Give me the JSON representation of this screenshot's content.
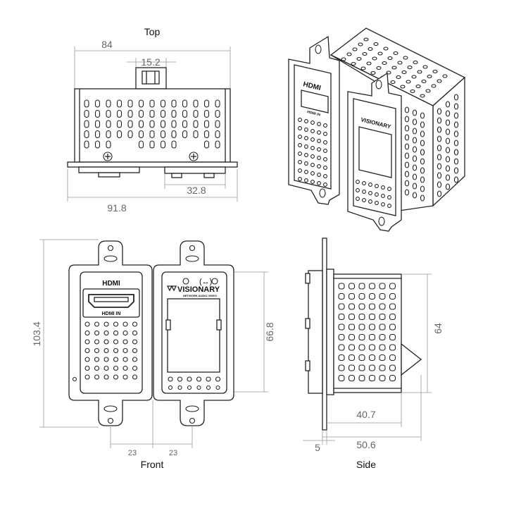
{
  "views": {
    "top": "Top",
    "front": "Front",
    "side": "Side"
  },
  "dimensions": {
    "top_width": "84",
    "top_clip": "15.2",
    "top_right_box": "32.8",
    "top_overall": "91.8",
    "front_height": "103.4",
    "front_inner_height": "66.8",
    "front_left_half": "23",
    "front_right_half": "23",
    "side_height": "64",
    "side_depth": "40.7",
    "side_plate": "5",
    "side_total": "50.6"
  },
  "labels": {
    "hdmi": "HDMI",
    "hdmi_in": "HDMI IN",
    "brand": "VISIONARY",
    "brand_sub": "NETWORK AUDIO VIDEO",
    "iso_hdmi": "HDMI",
    "iso_hdmi_in": "HDMI IN",
    "iso_brand": "VISIONARY"
  },
  "colors": {
    "line": "#222222",
    "dimension": "#999999",
    "dimension_text": "#666666"
  }
}
